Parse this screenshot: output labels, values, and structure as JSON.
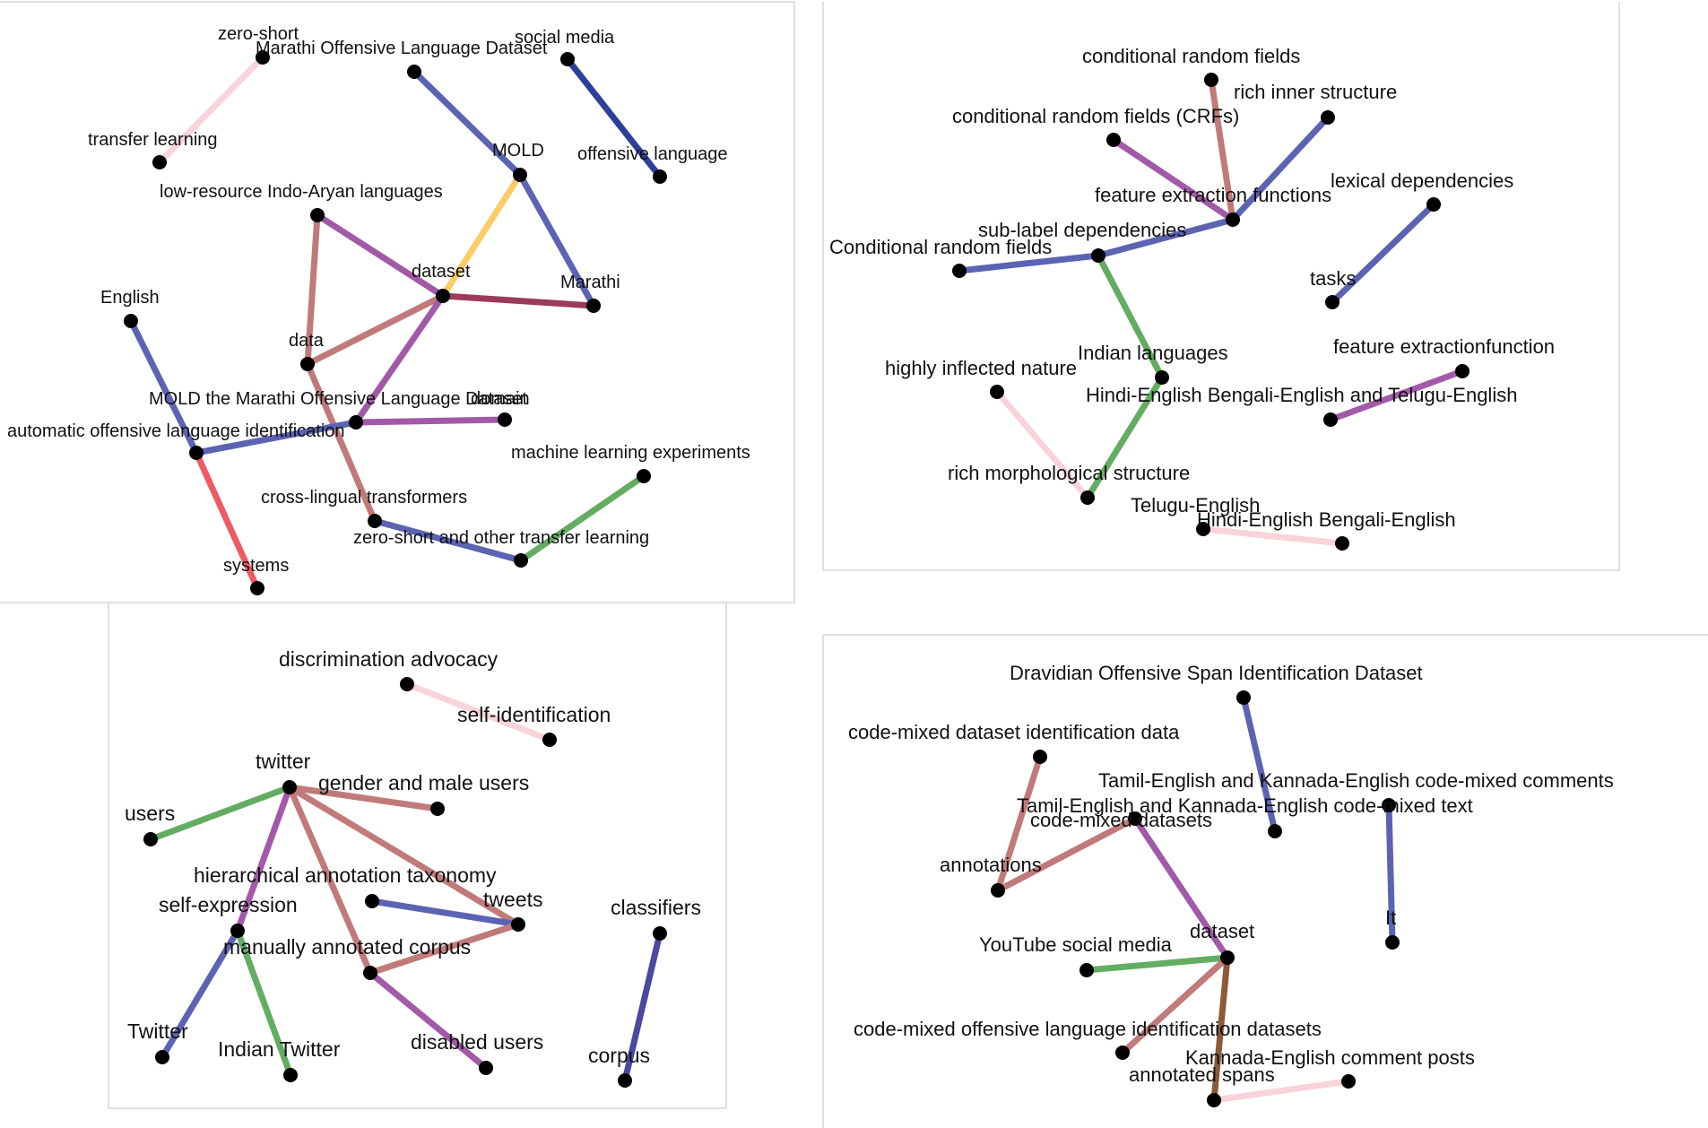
{
  "panels": [
    {
      "id": "tl",
      "nodes": [
        {
          "id": "zero-short",
          "label": "zero-short"
        },
        {
          "id": "marathi-old",
          "label": "Marathi Offensive Language Dataset"
        },
        {
          "id": "social-media",
          "label": "social media"
        },
        {
          "id": "transfer-learning",
          "label": "transfer learning"
        },
        {
          "id": "mold",
          "label": "MOLD"
        },
        {
          "id": "offensive-language",
          "label": "offensive language"
        },
        {
          "id": "low-resource",
          "label": "low-resource Indo-Aryan languages"
        },
        {
          "id": "dataset",
          "label": "dataset"
        },
        {
          "id": "marathi",
          "label": "Marathi"
        },
        {
          "id": "english",
          "label": "English"
        },
        {
          "id": "data",
          "label": "data"
        },
        {
          "id": "mold-full",
          "label": "MOLD the Marathi Offensive Language Dataset"
        },
        {
          "id": "domain",
          "label": "domain"
        },
        {
          "id": "auto-id",
          "label": "automatic offensive language identification"
        },
        {
          "id": "ml-experiments",
          "label": "machine learning experiments"
        },
        {
          "id": "cross-lingual",
          "label": "cross-lingual transformers"
        },
        {
          "id": "zero-short-other",
          "label": "zero-short and other transfer learning"
        },
        {
          "id": "systems",
          "label": "systems"
        }
      ],
      "edges": [
        {
          "source": "zero-short",
          "target": "transfer-learning",
          "color": "#f9d3da"
        },
        {
          "source": "marathi-old",
          "target": "mold",
          "color": "#5b63b2"
        },
        {
          "source": "social-media",
          "target": "offensive-language",
          "color": "#2e3f99"
        },
        {
          "source": "mold",
          "target": "dataset",
          "color": "#fccb63"
        },
        {
          "source": "mold",
          "target": "marathi",
          "color": "#5b63b2"
        },
        {
          "source": "low-resource",
          "target": "dataset",
          "color": "#a25aa8"
        },
        {
          "source": "low-resource",
          "target": "data",
          "color": "#c17a7a"
        },
        {
          "source": "dataset",
          "target": "marathi",
          "color": "#9b3a5a"
        },
        {
          "source": "dataset",
          "target": "data",
          "color": "#c17a7a"
        },
        {
          "source": "dataset",
          "target": "mold-full",
          "color": "#a25aa8"
        },
        {
          "source": "english",
          "target": "auto-id",
          "color": "#5b63b2"
        },
        {
          "source": "data",
          "target": "cross-lingual",
          "color": "#c17a7a"
        },
        {
          "source": "mold-full",
          "target": "domain",
          "color": "#a25aa8"
        },
        {
          "source": "mold-full",
          "target": "auto-id",
          "color": "#5b63b2"
        },
        {
          "source": "auto-id",
          "target": "systems",
          "color": "#ec5b63"
        },
        {
          "source": "cross-lingual",
          "target": "zero-short-other",
          "color": "#5b63b2"
        },
        {
          "source": "zero-short-other",
          "target": "ml-experiments",
          "color": "#63ad63"
        }
      ]
    },
    {
      "id": "tr",
      "nodes": [
        {
          "id": "crf",
          "label": "conditional random fields"
        },
        {
          "id": "rich-inner",
          "label": "rich inner structure"
        },
        {
          "id": "crfs",
          "label": "conditional random fields (CRFs)"
        },
        {
          "id": "feat-ext",
          "label": "feature extraction functions"
        },
        {
          "id": "lexical",
          "label": "lexical dependencies"
        },
        {
          "id": "sub-label",
          "label": "sub-label dependencies"
        },
        {
          "id": "crf-cap",
          "label": "Conditional random fields"
        },
        {
          "id": "tasks",
          "label": "tasks"
        },
        {
          "id": "feat-ext-fn",
          "label": "feature extractionfunction"
        },
        {
          "id": "indian-langs",
          "label": "Indian languages"
        },
        {
          "id": "highly-inflected",
          "label": "highly inflected nature"
        },
        {
          "id": "hindi-bengali-telugu",
          "label": "Hindi-English Bengali-English and Telugu-English"
        },
        {
          "id": "rich-morph",
          "label": "rich morphological structure"
        },
        {
          "id": "telugu-english",
          "label": "Telugu-English"
        },
        {
          "id": "hindi-bengali",
          "label": "Hindi-English Bengali-English"
        }
      ],
      "edges": [
        {
          "source": "crf",
          "target": "feat-ext",
          "color": "#c17a7a"
        },
        {
          "source": "rich-inner",
          "target": "feat-ext",
          "color": "#5b63b2"
        },
        {
          "source": "crfs",
          "target": "feat-ext",
          "color": "#a25aa8"
        },
        {
          "source": "feat-ext",
          "target": "sub-label",
          "color": "#5b63b2"
        },
        {
          "source": "sub-label",
          "target": "crf-cap",
          "color": "#5b63b2"
        },
        {
          "source": "sub-label",
          "target": "indian-langs",
          "color": "#63ad63"
        },
        {
          "source": "lexical",
          "target": "tasks",
          "color": "#5b63b2"
        },
        {
          "source": "indian-langs",
          "target": "rich-morph",
          "color": "#63ad63"
        },
        {
          "source": "highly-inflected",
          "target": "rich-morph",
          "color": "#f9d3da"
        },
        {
          "source": "feat-ext-fn",
          "target": "hindi-bengali-telugu",
          "color": "#a25aa8"
        },
        {
          "source": "telugu-english",
          "target": "hindi-bengali",
          "color": "#f9d3da"
        }
      ]
    },
    {
      "id": "bl",
      "nodes": [
        {
          "id": "discrimination",
          "label": "discrimination advocacy"
        },
        {
          "id": "self-id",
          "label": "self-identification"
        },
        {
          "id": "twitter",
          "label": "twitter"
        },
        {
          "id": "gender",
          "label": "gender and male users"
        },
        {
          "id": "users",
          "label": "users"
        },
        {
          "id": "hier",
          "label": "hierarchical annotation taxonomy"
        },
        {
          "id": "tweets",
          "label": "tweets"
        },
        {
          "id": "self-exp",
          "label": "self-expression"
        },
        {
          "id": "classifiers",
          "label": "classifiers"
        },
        {
          "id": "corpus-annot",
          "label": "manually annotated corpus"
        },
        {
          "id": "twitter-cap",
          "label": "Twitter"
        },
        {
          "id": "indian-twitter",
          "label": "Indian Twitter"
        },
        {
          "id": "disabled",
          "label": "disabled users"
        },
        {
          "id": "corpus",
          "label": "corpus"
        }
      ],
      "edges": [
        {
          "source": "discrimination",
          "target": "self-id",
          "color": "#f9d3da"
        },
        {
          "source": "twitter",
          "target": "gender",
          "color": "#c17a7a"
        },
        {
          "source": "twitter",
          "target": "users",
          "color": "#63ad63"
        },
        {
          "source": "twitter",
          "target": "self-exp",
          "color": "#a25aa8"
        },
        {
          "source": "twitter",
          "target": "corpus-annot",
          "color": "#c17a7a"
        },
        {
          "source": "twitter",
          "target": "tweets",
          "color": "#c17a7a"
        },
        {
          "source": "hier",
          "target": "tweets",
          "color": "#5b63b2"
        },
        {
          "source": "tweets",
          "target": "corpus-annot",
          "color": "#c17a7a"
        },
        {
          "source": "self-exp",
          "target": "twitter-cap",
          "color": "#5b63b2"
        },
        {
          "source": "self-exp",
          "target": "indian-twitter",
          "color": "#63ad63"
        },
        {
          "source": "corpus-annot",
          "target": "disabled",
          "color": "#a25aa8"
        },
        {
          "source": "classifiers",
          "target": "corpus",
          "color": "#4a48a0"
        }
      ]
    },
    {
      "id": "br",
      "nodes": [
        {
          "id": "dravidian",
          "label": "Dravidian Offensive Span Identification Dataset"
        },
        {
          "id": "cm-data-id",
          "label": "code-mixed dataset identification data"
        },
        {
          "id": "tamil-comments",
          "label": "Tamil-English and Kannada-English code-mixed comments"
        },
        {
          "id": "tamil-text",
          "label": "Tamil-English and Kannada-English code-mixed text"
        },
        {
          "id": "cm-datasets",
          "label": "code-mixed datasets"
        },
        {
          "id": "annotations",
          "label": "annotations"
        },
        {
          "id": "it",
          "label": "It"
        },
        {
          "id": "youtube",
          "label": "YouTube social media"
        },
        {
          "id": "dataset2",
          "label": "dataset"
        },
        {
          "id": "cm-offensive",
          "label": "code-mixed offensive language identification datasets"
        },
        {
          "id": "kannada-posts",
          "label": "Kannada-English comment posts"
        },
        {
          "id": "annotated-spans",
          "label": "annotated spans"
        }
      ],
      "edges": [
        {
          "source": "dravidian",
          "target": "tamil-text",
          "color": "#5b63b2"
        },
        {
          "source": "cm-data-id",
          "target": "annotations",
          "color": "#c17a7a"
        },
        {
          "source": "cm-datasets",
          "target": "annotations",
          "color": "#c17a7a"
        },
        {
          "source": "cm-datasets",
          "target": "dataset2",
          "color": "#a25aa8"
        },
        {
          "source": "tamil-comments",
          "target": "it",
          "color": "#5b63b2"
        },
        {
          "source": "youtube",
          "target": "dataset2",
          "color": "#63ad63"
        },
        {
          "source": "dataset2",
          "target": "cm-offensive",
          "color": "#c17a7a"
        },
        {
          "source": "dataset2",
          "target": "annotated-spans",
          "color": "#8a5a3a"
        },
        {
          "source": "annotated-spans",
          "target": "kannada-posts",
          "color": "#f9d3da"
        }
      ]
    }
  ]
}
